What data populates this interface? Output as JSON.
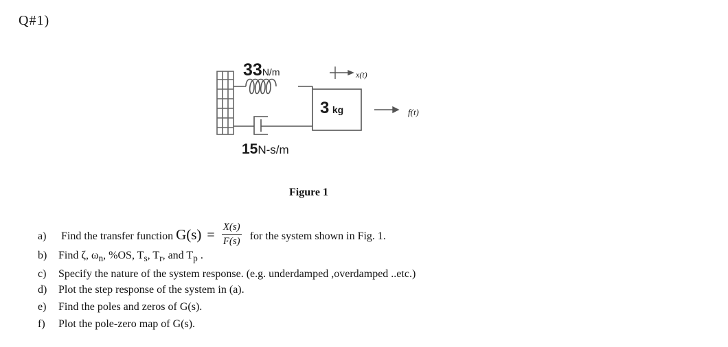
{
  "question_number": "Q#1)",
  "figure": {
    "spring_value": "33",
    "spring_unit": "N/m",
    "mass_value": "3",
    "mass_unit": "kg",
    "damper_value": "15",
    "damper_unit": "N-s/m",
    "displacement_label": "x(t)",
    "force_label": "f(t)",
    "caption": "Figure 1"
  },
  "questions": {
    "a": {
      "letter": "a)",
      "prefix": "Find the transfer function",
      "func": "G(s)",
      "equals": "=",
      "numerator": "X(s)",
      "denominator": "F(s)",
      "suffix": "for the system shown in Fig. 1."
    },
    "b": {
      "letter": "b)",
      "prefix": "Find ζ, ω",
      "wn_sub": "n",
      "os": ", %OS, T",
      "ts_sub": "s",
      "tr": ", T",
      "tr_sub": "r",
      "and": ", and T",
      "tp_sub": "p",
      "end": " ."
    },
    "c": {
      "letter": "c)",
      "text": "Specify the nature of the system response. (e.g. underdamped ,overdamped ..etc.)"
    },
    "d": {
      "letter": "d)",
      "text": "Plot the step response of the system in (a)."
    },
    "e": {
      "letter": "e)",
      "text": "Find the poles and zeros of G(s)."
    },
    "f": {
      "letter": "f)",
      "text": "Plot the pole-zero map of G(s)."
    }
  }
}
